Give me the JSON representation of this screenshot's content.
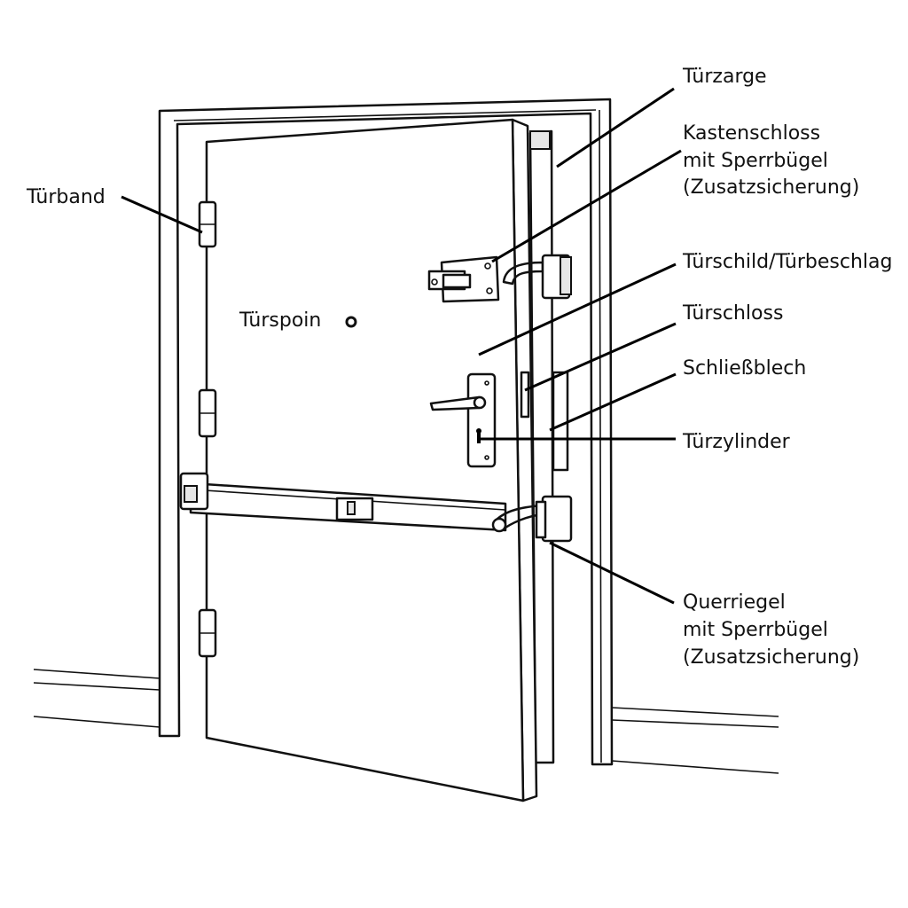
{
  "labels": {
    "tuerzarge": "Türzarge",
    "kastenschloss": [
      "Kastenschloss",
      "mit Sperrbügel",
      "(Zusatzsicherung)"
    ],
    "tuerschild": "Türschild/Türbeschlag",
    "tuerschloss": "Türschloss",
    "schliessblech": "Schließblech",
    "tuerzylinder": "Türzylinder",
    "querriegel": [
      "Querriegel",
      "mit Sperrbügel",
      "(Zusatzsicherung)"
    ],
    "tuerband": "Türband",
    "tuerspoin": "Türspoin"
  }
}
